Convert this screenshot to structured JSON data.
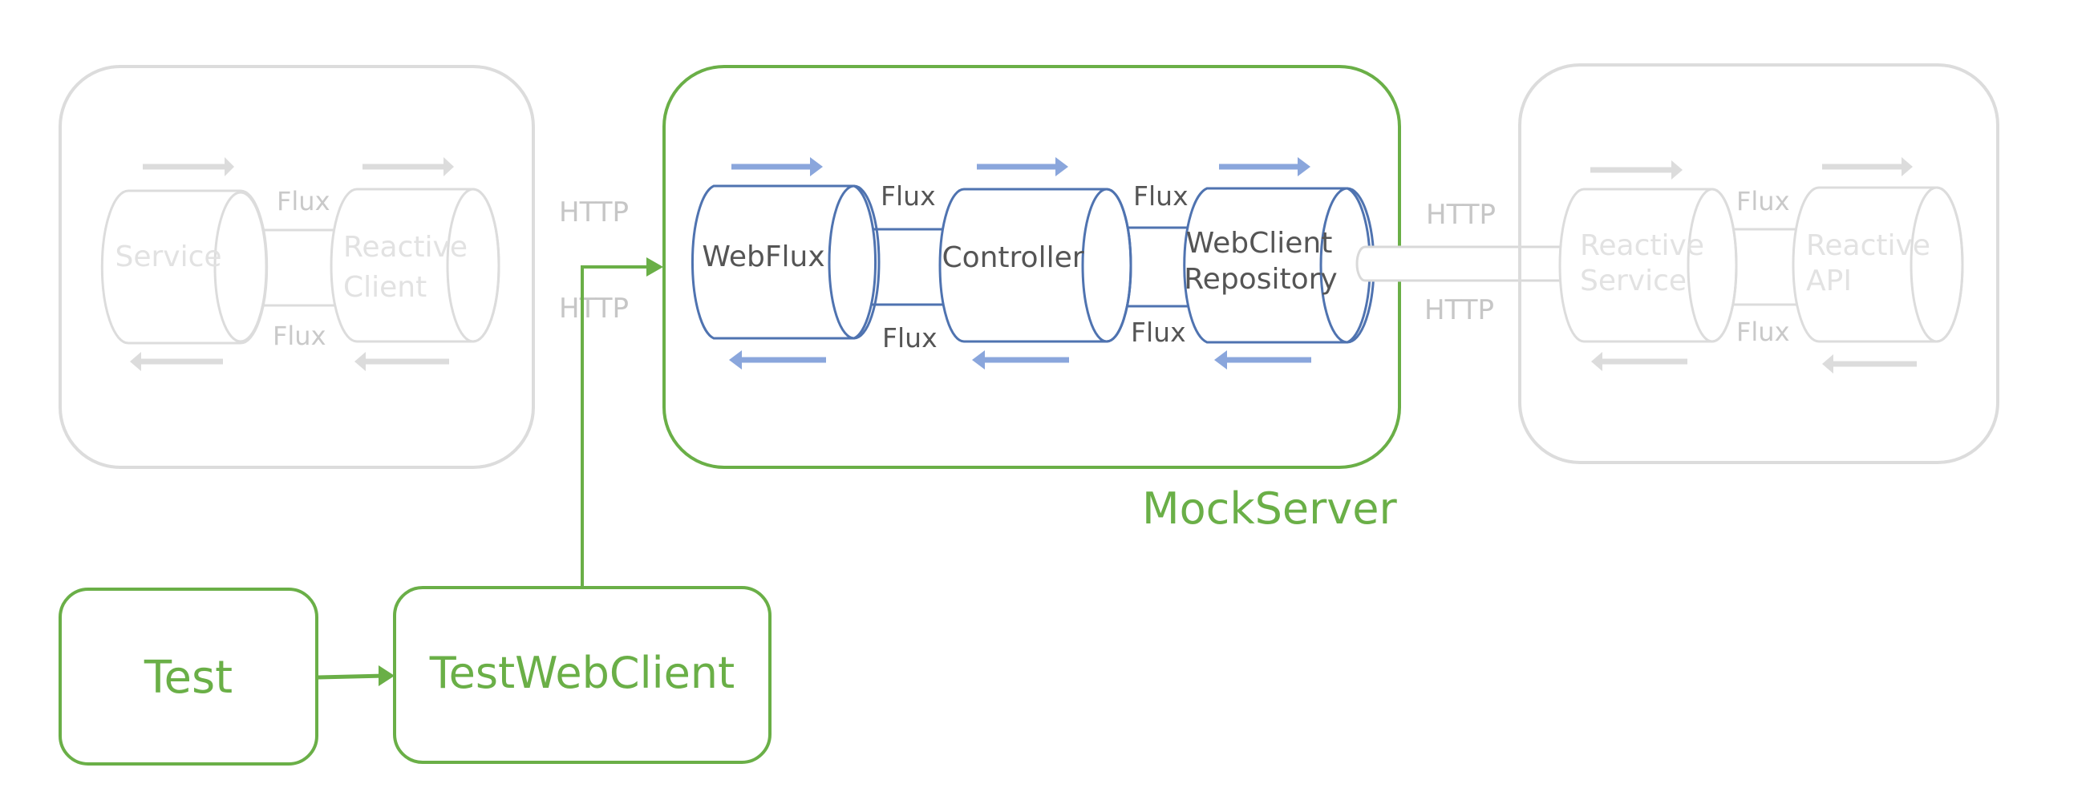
{
  "colors": {
    "green": "#6aaf47",
    "blue": "#4f73b0",
    "arrow_blue": "#8aa6dc",
    "grey_stroke": "#d9d9d9",
    "grey_text": "#e2e2e2",
    "grey_label": "#b8b8b8",
    "dark_text": "#555555"
  },
  "left_group": {
    "service": "Service",
    "client_line1": "Reactive",
    "client_line2": "Client",
    "flux_top": "Flux",
    "flux_bottom": "Flux"
  },
  "left_http": {
    "top": "HTTP",
    "bottom": "HTTP"
  },
  "mock_server": {
    "label": "MockServer",
    "webflux": "WebFlux",
    "controller": "Controller",
    "repo_line1": "WebClient",
    "repo_line2": "Repository",
    "flux1_top": "Flux",
    "flux1_bottom": "Flux",
    "flux2_top": "Flux",
    "flux2_bottom": "Flux"
  },
  "right_http": {
    "top": "HTTP",
    "bottom": "HTTP"
  },
  "right_group": {
    "service_line1": "Reactive",
    "service_line2": "Service",
    "api_line1": "Reactive",
    "api_line2": "API",
    "flux_top": "Flux",
    "flux_bottom": "Flux"
  },
  "test": {
    "label": "Test"
  },
  "test_web_client": {
    "label": "TestWebClient"
  }
}
